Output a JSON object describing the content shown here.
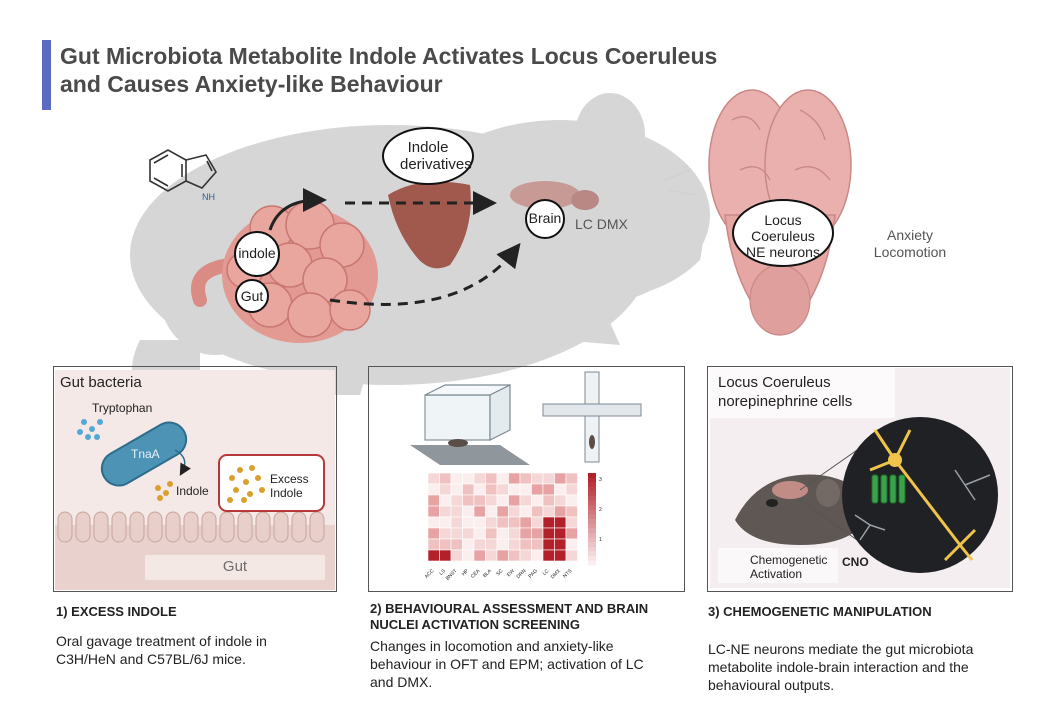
{
  "title_line1": "Gut Microbiota Metabolite Indole Activates Locus Coeruleus",
  "title_line2": "and Causes Anxiety-like Behaviour",
  "top": {
    "indole_structure_label": "NH",
    "indole_bubble": "indole",
    "gut_bubble": "Gut",
    "indole_derivatives_line1": "Indole",
    "indole_derivatives_line2": "derivatives",
    "brain_bubble": "Brain",
    "lc_dmx": "LC DMX",
    "lc_line1": "Locus",
    "lc_line2": "Coeruleus",
    "lc_line3": "NE neurons",
    "anxiety": "Anxiety",
    "locomotion": "Locomotion"
  },
  "panel1": {
    "title": "Gut bacteria",
    "tryptophan": "Tryptophan",
    "tnaa": "TnaA",
    "indole": "Indole",
    "excess_line1": "Excess",
    "excess_line2": "Indole",
    "gut": "Gut",
    "caption_head": "1) EXCESS INDOLE",
    "caption_body_line1": "Oral gavage treatment of indole in",
    "caption_body_line2": "C3H/HeN and C57BL/6J mice."
  },
  "panel2": {
    "heatmap_cols": [
      "ACC",
      "LS",
      "BNST",
      "HP",
      "CEA",
      "BLA",
      "SC",
      "EW",
      "DRN",
      "PAG",
      "LC",
      "DMX",
      "NTS"
    ],
    "colorbar_ticks": [
      "3",
      "2",
      "1"
    ],
    "caption_head_line1": "2) BEHAVIOURAL ASSESSMENT AND BRAIN",
    "caption_head_line2": "NUCLEI ACTIVATION SCREENING",
    "caption_body_line1": "Changes in locomotion and anxiety-like",
    "caption_body_line2": "behaviour in OFT and EPM; activation of LC",
    "caption_body_line3": "and DMX."
  },
  "panel3": {
    "title_line1": "Locus Coeruleus",
    "title_line2": "norepinephrine cells",
    "chemo_line1": "Chemogenetic",
    "chemo_line2": "Activation",
    "cno": "CNO",
    "caption_head": "3) CHEMOGENETIC MANIPULATION",
    "caption_body_line1": "LC-NE neurons mediate the gut microbiota",
    "caption_body_line2": "metabolite indole-brain interaction and the",
    "caption_body_line3": "behavioural outputs."
  },
  "colors": {
    "accent": "#5b6bbf",
    "mouse_gray": "#d6d6d6",
    "gut_pink": "#e39a93",
    "brain_pink": "#eab0ae",
    "liver": "#a1584d",
    "heat_dark": "#b3202a",
    "bacteria_blue": "#4d93b5",
    "excess_border": "#b5393b"
  }
}
